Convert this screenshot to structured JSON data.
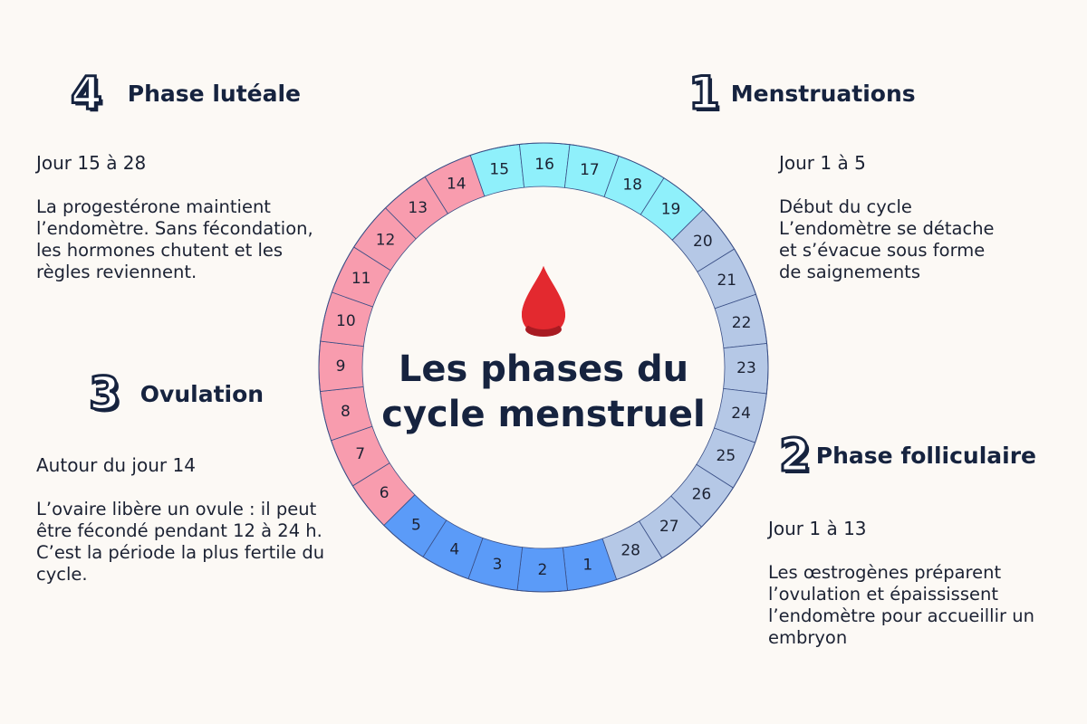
{
  "title_lines": [
    "Les phases du",
    "cycle menstruel"
  ],
  "phases": {
    "luteale": {
      "number": "4",
      "title": "Phase lutéale",
      "range": "Jour 15 à 28",
      "text": "La progestérone maintient\nl’endomètre. Sans fécondation,\nles hormones chutent et les\nrègles reviennent."
    },
    "menstruations": {
      "number": "1",
      "title": "Menstruations",
      "range": "Jour 1 à 5",
      "text": "Début du cycle\nL’endomètre se détache\net s’évacue sous forme\nde saignements"
    },
    "ovulation": {
      "number": "3",
      "title": "Ovulation",
      "range": "Autour du jour 14",
      "text": "L’ovaire libère un ovule : il peut\nêtre fécondé pendant 12 à 24 h.\nC’est la période la plus fertile du\ncycle."
    },
    "folliculaire": {
      "number": "2",
      "title": "Phase folliculaire",
      "range": "Jour 1 à 13",
      "text": "Les œstrogènes préparent\nl’ovulation et épaississent\nl’endomètre pour accueillir un\nembryon"
    }
  },
  "colors": {
    "menstruation": "#f89cae",
    "folliculaire": "#8ff0fb",
    "luteale": "#b5c8e6",
    "early": "#5b9bf8",
    "drop": "#e3292f"
  },
  "wheel": {
    "days": [
      {
        "day": "1",
        "group": "early"
      },
      {
        "day": "2",
        "group": "early"
      },
      {
        "day": "3",
        "group": "early"
      },
      {
        "day": "4",
        "group": "early"
      },
      {
        "day": "5",
        "group": "early"
      },
      {
        "day": "6",
        "group": "menstruation"
      },
      {
        "day": "7",
        "group": "menstruation"
      },
      {
        "day": "8",
        "group": "menstruation"
      },
      {
        "day": "9",
        "group": "menstruation"
      },
      {
        "day": "10",
        "group": "menstruation"
      },
      {
        "day": "11",
        "group": "menstruation"
      },
      {
        "day": "12",
        "group": "menstruation"
      },
      {
        "day": "13",
        "group": "menstruation"
      },
      {
        "day": "14",
        "group": "menstruation"
      },
      {
        "day": "15",
        "group": "folliculaire"
      },
      {
        "day": "16",
        "group": "folliculaire"
      },
      {
        "day": "17",
        "group": "folliculaire"
      },
      {
        "day": "18",
        "group": "folliculaire"
      },
      {
        "day": "19",
        "group": "folliculaire"
      },
      {
        "day": "20",
        "group": "luteale"
      },
      {
        "day": "21",
        "group": "luteale"
      },
      {
        "day": "22",
        "group": "luteale"
      },
      {
        "day": "23",
        "group": "luteale"
      },
      {
        "day": "24",
        "group": "luteale"
      },
      {
        "day": "25",
        "group": "luteale"
      },
      {
        "day": "26",
        "group": "luteale"
      },
      {
        "day": "27",
        "group": "luteale"
      },
      {
        "day": "28",
        "group": "luteale"
      }
    ]
  }
}
